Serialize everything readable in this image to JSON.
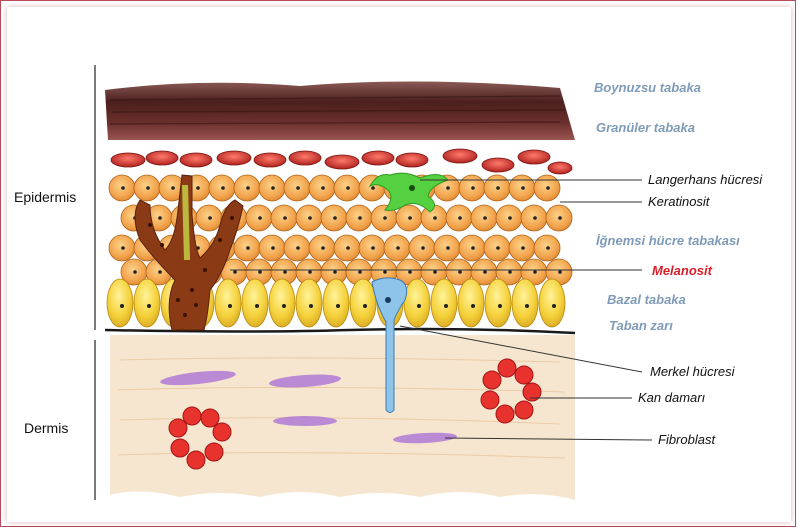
{
  "sections": {
    "epidermis": "Epidermis",
    "dermis": "Dermis"
  },
  "labels": {
    "boynuzsu": "Boynuzsu tabaka",
    "granuler": "Granüler tabaka",
    "langerhans": "Langerhans hücresi",
    "keratinosit": "Keratinosit",
    "ignemsi": "İğnemsi hücre tabakası",
    "melanosit": "Melanosit",
    "bazal": "Bazal tabaka",
    "taban": "Taban zarı",
    "merkel": "Merkel hücresi",
    "kan": "Kan damarı",
    "fibroblast": "Fibroblast"
  },
  "colors": {
    "corneum": "#5a2a28",
    "granular": "#c0302c",
    "spinous": "#f2a24a",
    "basal": "#f5d23c",
    "dermis": "#f7e6cf",
    "melanocyte": "#8b3a16",
    "langerhans": "#55d040",
    "merkel": "#8ec4ea",
    "blood_vessel": "#e8322e",
    "fibroblast": "#b07ad6",
    "label_blue": "#7f9bb8",
    "label_red": "#d8202a"
  }
}
